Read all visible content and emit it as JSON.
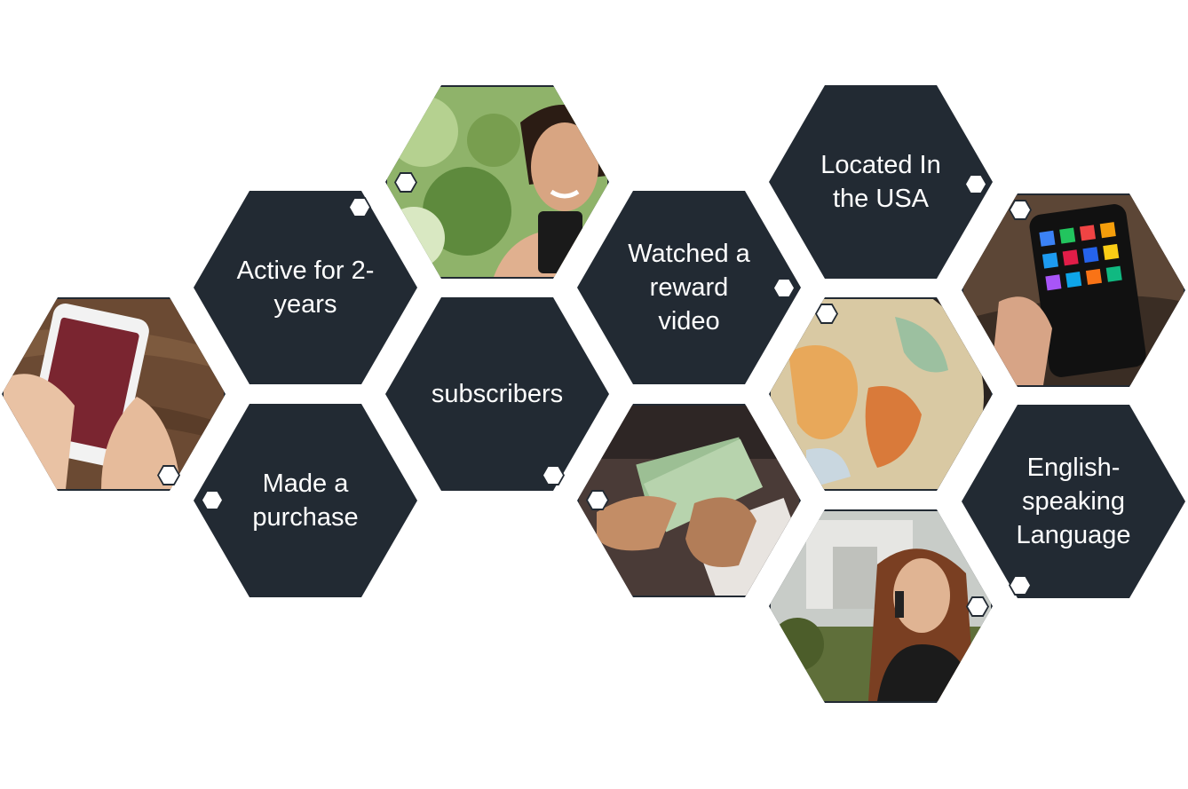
{
  "labels": {
    "active": "Active for 2-\nyears",
    "purchase": "Made a\npurchase",
    "subscribers": "subscribers",
    "reward": "Watched a\nreward\nvideo",
    "usa": "Located In\nthe USA",
    "english": "English-\nspeaking\nLanguage"
  },
  "icons": {
    "phone_call_photo": "phone-call-photo-icon",
    "smiling_woman_photo": "woman-with-phone-photo-icon",
    "money_photo": "cash-in-hands-photo-icon",
    "globe_photo": "globe-photo-icon",
    "apps_phone_photo": "smartphone-apps-photo-icon",
    "woman_call_photo": "woman-on-call-photo-icon"
  },
  "colors": {
    "hex_fill": "#222a33",
    "text": "#ffffff",
    "background": "#ffffff"
  }
}
